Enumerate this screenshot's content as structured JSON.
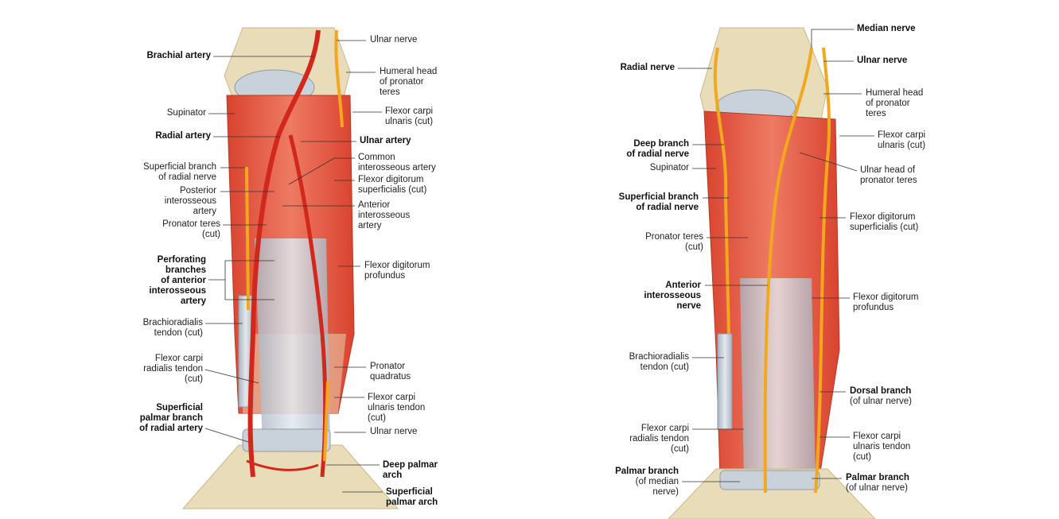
{
  "colors": {
    "bone": "#e9ddb9",
    "muscle": "#e0533d",
    "tendon": "#c9d2da",
    "artery": "#d2271b",
    "nerve": "#f2a81d",
    "leader": "#333333"
  },
  "left_panel": {
    "ulnar_nerve_top": "Ulnar nerve",
    "brachial_artery": "Brachial artery",
    "humeral_head": "Humeral head\nof pronator\nteres",
    "supinator": "Supinator",
    "flexor_carpi_ulnaris": "Flexor carpi\nulnaris (cut)",
    "radial_artery": "Radial artery",
    "ulnar_artery": "Ulnar artery",
    "superficial_branch": "Superficial branch\nof radial nerve",
    "common_interosseous": "Common\ninterosseous artery",
    "fds": "Flexor digitorum\nsuperficialis (cut)",
    "posterior_interosseous": "Posterior\ninterosseous\nartery",
    "anterior_interosseous": "Anterior\ninterosseous\nartery",
    "pronator_teres": "Pronator teres\n(cut)",
    "perforating": "Perforating\nbranches\nof anterior\ninterosseous\nartery",
    "fdp": "Flexor digitorum\nprofundus",
    "brachioradialis": "Brachioradialis\ntendon (cut)",
    "fcr": "Flexor carpi\nradialis tendon\n(cut)",
    "pronator_quadratus": "Pronator\nquadratus",
    "fcu_tendon": "Flexor carpi\nulnaris tendon\n(cut)",
    "superficial_palmar_branch": "Superficial\npalmar branch\nof radial artery",
    "ulnar_nerve_bottom": "Ulnar nerve",
    "deep_palmar_arch": "Deep palmar\narch",
    "superficial_palmar_arch": "Superficial\npalmar arch"
  },
  "right_panel": {
    "median_nerve": "Median nerve",
    "radial_nerve": "Radial nerve",
    "ulnar_nerve": "Ulnar nerve",
    "humeral_head": "Humeral head\nof pronator\nteres",
    "flexor_carpi_ulnaris": "Flexor carpi\nulnaris (cut)",
    "deep_branch": "Deep branch\nof radial nerve",
    "supinator": "Supinator",
    "ulnar_head": "Ulnar head of\npronator teres",
    "superficial_branch": "Superficial branch\nof radial nerve",
    "fds": "Flexor digitorum\nsuperficialis (cut)",
    "pronator_teres": "Pronator teres\n(cut)",
    "anterior_interosseous_nerve": "Anterior\ninterosseous\nnerve",
    "fdp": "Flexor digitorum\nprofundus",
    "brachioradialis": "Brachioradialis\ntendon (cut)",
    "dorsal_branch": "Dorsal branch",
    "dorsal_branch_sub": "(of ulnar nerve)",
    "fcr": "Flexor carpi\nradialis tendon\n(cut)",
    "fcu_tendon": "Flexor carpi\nulnaris tendon\n(cut)",
    "palmar_branch_median": "Palmar branch",
    "palmar_branch_median_sub": "(of median\nnerve)",
    "palmar_branch_ulnar": "Palmar branch",
    "palmar_branch_ulnar_sub": "(of ulnar nerve)"
  }
}
